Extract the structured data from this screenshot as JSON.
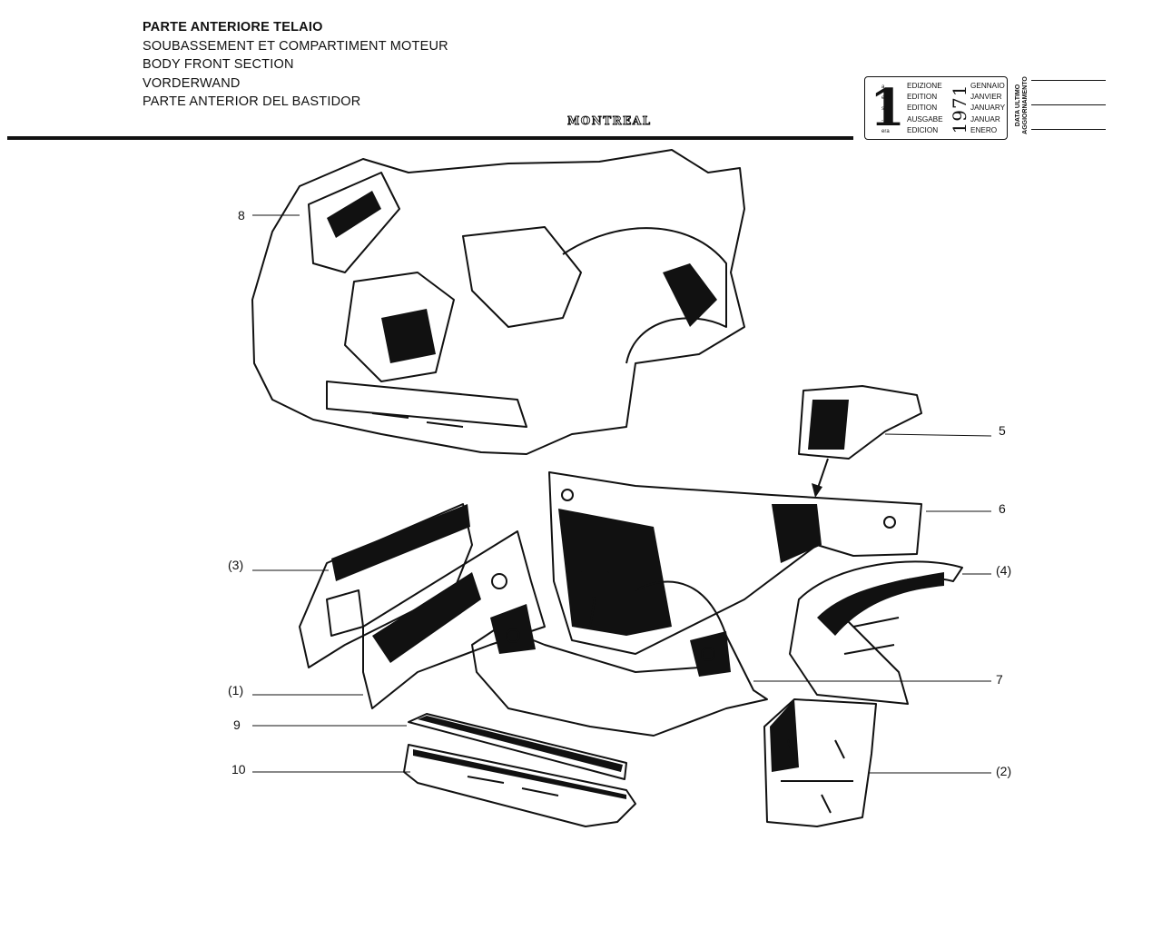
{
  "header": {
    "titles": [
      "PARTE ANTERIORE TELAIO",
      "SOUBASSEMENT ET COMPARTIMENT MOTEUR",
      "BODY FRONT SECTION",
      "VORDERWAND",
      "PARTE ANTERIOR DEL BASTIDOR"
    ],
    "brand": "MONTREAL"
  },
  "edition_box": {
    "number": "1",
    "suffixes": [
      "a",
      "ere",
      "st",
      "-",
      "era"
    ],
    "edition_words": [
      "EDIZIONE",
      "EDITION",
      "EDITION",
      "AUSGABE",
      "EDICION"
    ],
    "year": "1971",
    "months": [
      "GENNAIO",
      "JANVIER",
      "JANUARY",
      "JANUAR",
      "ENERO"
    ]
  },
  "update_label": {
    "line1": "DATA ULTIMO",
    "line2": "AGGIORNAMENTO"
  },
  "callouts": [
    {
      "label": "8"
    },
    {
      "label": "5"
    },
    {
      "label": "6"
    },
    {
      "label": "(3)"
    },
    {
      "label": "(4)"
    },
    {
      "label": "7"
    },
    {
      "label": "(1)"
    },
    {
      "label": "9"
    },
    {
      "label": "10"
    },
    {
      "label": "(2)"
    }
  ]
}
